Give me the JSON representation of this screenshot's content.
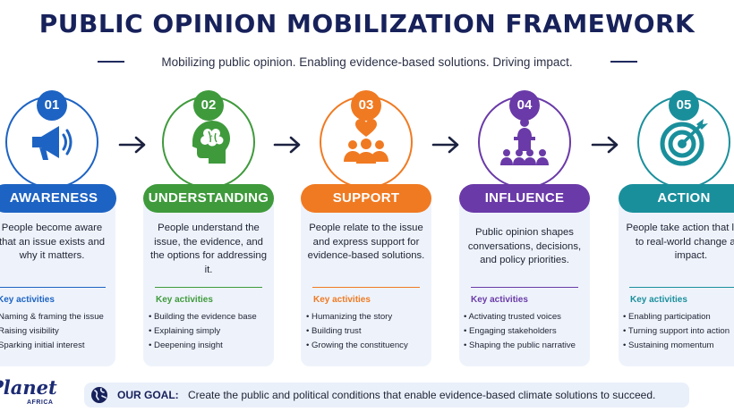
{
  "title": "PUBLIC OPINION MOBILIZATION FRAMEWORK",
  "subtitle": "Mobilizing public opinion. Enabling evidence-based solutions. Driving impact.",
  "key_activities_label": "Key activities",
  "stages": [
    {
      "number": "01",
      "name": "AWARENESS",
      "color": "#1d63c3",
      "icon": "megaphone-icon",
      "description": "People become aware that an issue exists and why it matters.",
      "activities": [
        "Naming & framing the issue",
        "Raising visibility",
        "Sparking initial interest"
      ]
    },
    {
      "number": "02",
      "name": "UNDERSTANDING",
      "color": "#3f9a3c",
      "icon": "brain-head-icon",
      "description": "People understand the issue, the evidence, and the options for addressing it.",
      "activities": [
        "Building the evidence base",
        "Explaining simply",
        "Deepening insight"
      ]
    },
    {
      "number": "03",
      "name": "SUPPORT",
      "color": "#f07a22",
      "icon": "heart-people-icon",
      "description": "People relate to the issue and express support for evidence-based solutions.",
      "activities": [
        "Humanizing the story",
        "Building trust",
        "Growing the constituency"
      ]
    },
    {
      "number": "04",
      "name": "INFLUENCE",
      "color": "#6a3aa8",
      "icon": "podium-audience-icon",
      "description": "Public opinion shapes conversations, decisions, and policy priorities.",
      "activities": [
        "Activating trusted voices",
        "Engaging stakeholders",
        "Shaping the public narrative"
      ]
    },
    {
      "number": "05",
      "name": "ACTION",
      "color": "#1a8f9c",
      "icon": "target-arrow-icon",
      "description": "People take action that leads to real-world change and impact.",
      "activities": [
        "Enabling participation",
        "Turning support into action",
        "Sustaining momentum"
      ]
    }
  ],
  "goal": {
    "label": "OUR GOAL:",
    "text": "Create the public and political conditions that enable evidence-based climate solutions to succeed.",
    "icon": "globe-icon"
  },
  "logo": {
    "text": "Planet",
    "subtext": "AFRICA"
  }
}
